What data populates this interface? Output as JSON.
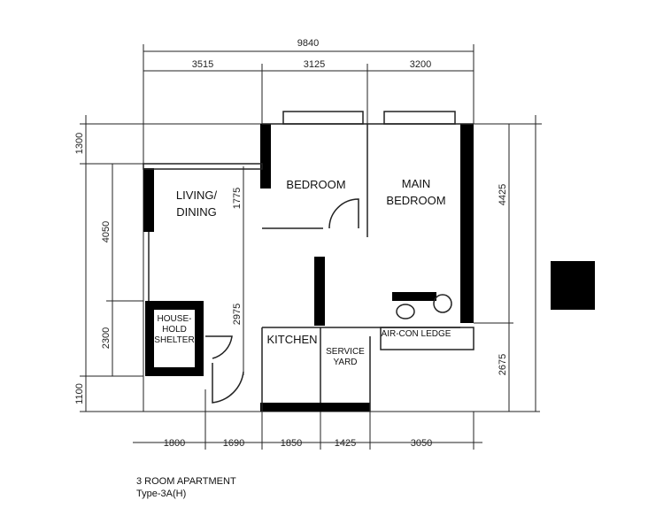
{
  "plan": {
    "top_dims": {
      "total": "9840",
      "segments": [
        "3515",
        "3125",
        "3200"
      ]
    },
    "bottom_dims": [
      "1800",
      "1690",
      "1850",
      "1425",
      "3050"
    ],
    "left_dims": [
      "1300",
      "4050",
      "2300",
      "1100"
    ],
    "inner_dims": [
      "1775",
      "2975"
    ],
    "right_dims": [
      "4425",
      "2675"
    ],
    "rooms": {
      "living": [
        "LIVING/",
        "DINING"
      ],
      "bedroom": "BEDROOM",
      "main_bedroom": [
        "MAIN",
        "BEDROOM"
      ],
      "shelter": [
        "HOUSE-",
        "HOLD",
        "SHELTER"
      ],
      "kitchen": "KITCHEN",
      "service_yard": [
        "SERVICE",
        "YARD"
      ],
      "aircon_ledge": "AIR-CON LEDGE"
    }
  },
  "caption": {
    "title": "3 ROOM APARTMENT",
    "type": "Type-3A(H)"
  }
}
